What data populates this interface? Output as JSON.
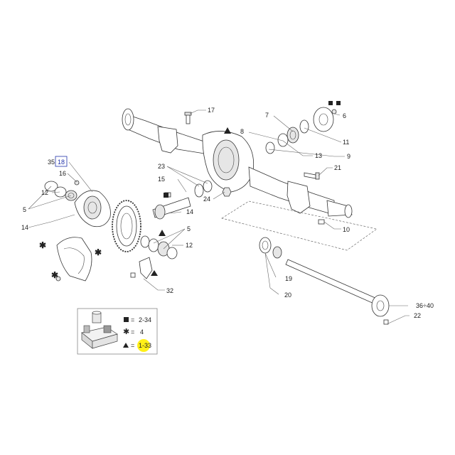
{
  "callouts": {
    "c17": "17",
    "c6": "6",
    "c7": "7",
    "c8": "8",
    "c11": "11",
    "c13": "13",
    "c9": "9",
    "c21": "21",
    "c10": "10",
    "c35": "35",
    "c18": "18",
    "c16": "16",
    "c12a": "12",
    "c5a": "5",
    "c14a": "14",
    "c23": "23",
    "c15": "15",
    "c24": "24",
    "c14b": "14",
    "c5b": "5",
    "c12b": "12",
    "c32": "32",
    "c19": "19",
    "c20": "20",
    "c36": "36÷40",
    "c22": "22"
  },
  "legend": {
    "square_value": "2-34",
    "asterisk_value": "4",
    "triangle_value": "1-33",
    "equals": "="
  },
  "colors": {
    "highlight": "#ffee00",
    "link_box": "#2233aa",
    "line": "#333333"
  }
}
